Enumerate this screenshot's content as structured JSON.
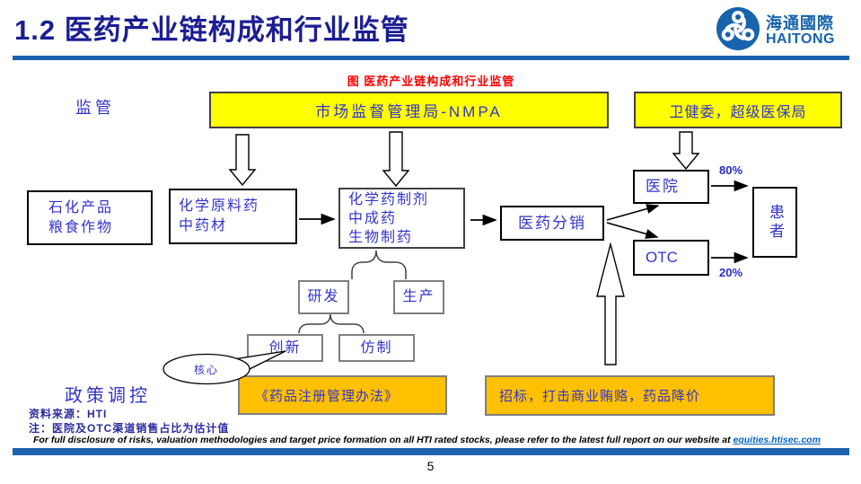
{
  "slide": {
    "title": "1.2 医药产业链构成和行业监管",
    "page_number": "5"
  },
  "logo": {
    "name_cn": "海通國際",
    "name_en": "HAITONG"
  },
  "figure": {
    "caption": "图 医药产业链构成和行业监管",
    "regulation_label": "监管",
    "policy_label": "政策调控",
    "nodes": {
      "nmpa": "市场监督管理局-NMPA",
      "health_commission": "卫健委，超级医保局",
      "upstream": [
        "石化产品",
        "粮食作物"
      ],
      "raw_materials": [
        "化学原料药",
        "中药材"
      ],
      "preparations": [
        "化学药制剂",
        "中成药",
        "生物制药"
      ],
      "distribution": "医药分销",
      "hospital": "医院",
      "otc": "OTC",
      "patient": "患者",
      "rd": "研发",
      "production": "生产",
      "innovation": "创新",
      "generics": "仿制",
      "core_callout": "核心",
      "drug_registration": "《药品注册管理办法》",
      "tendering": "招标，打击商业贿赂，药品降价"
    },
    "percent_hospital": "80%",
    "percent_otc": "20%"
  },
  "notes": {
    "source": "资料来源：HTI",
    "note": "注：医院及OTC渠道销售占比为估计值"
  },
  "footer": {
    "disclosure": "For full disclosure of risks, valuation methodologies and target price formation on all HTI rated stocks, please refer to the latest full report on our website at ",
    "link_text": "equities.htisec.com"
  },
  "colors": {
    "title_blue": "#1B1E92",
    "rule_blue": "#1C62AE",
    "diagram_text_blue": "#3333CC",
    "caption_red": "#FF0000",
    "box_yellow": "#FFFF00",
    "box_orange": "#FFC000",
    "percent_blue": "#2929C8",
    "link_blue": "#0563C1",
    "logo_blue": "#1763AC"
  }
}
